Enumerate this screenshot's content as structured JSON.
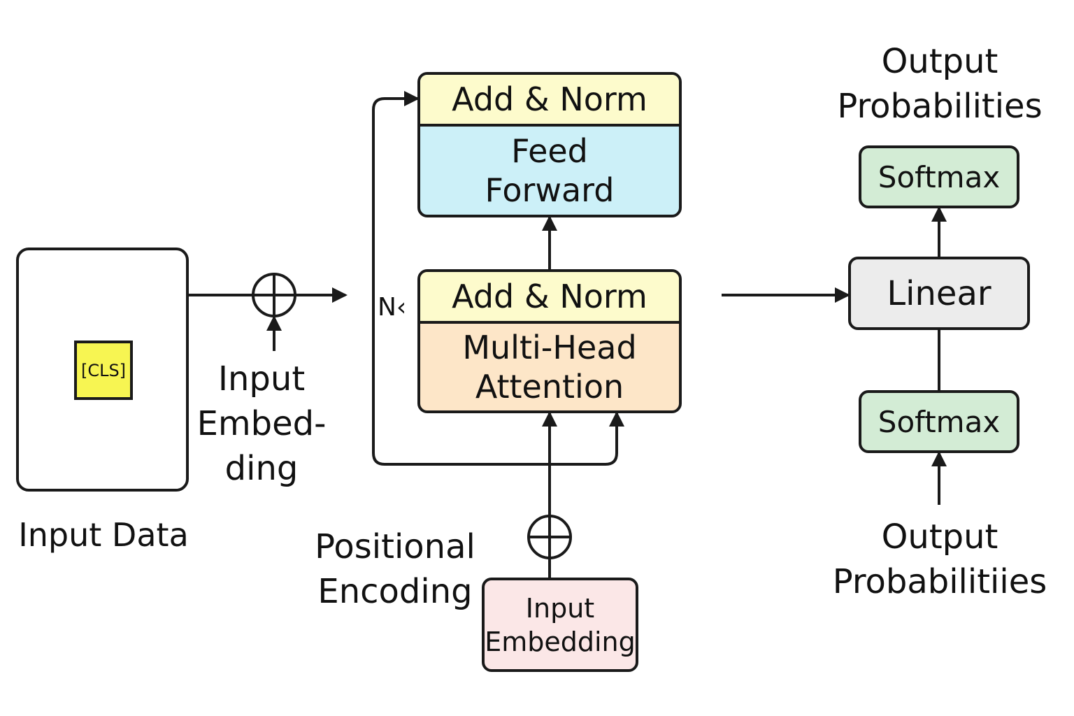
{
  "input_data": {
    "label": "Input Data",
    "token": "[CLS]"
  },
  "input_embedding_side": {
    "label": "Input\nEmbed-\nding"
  },
  "encoder": {
    "repeat_label": "N‹",
    "top_block": {
      "norm": "Add & Norm",
      "body": "Feed\nForward"
    },
    "bottom_block": {
      "norm": "Add & Norm",
      "body": "Multi-Head\nAttention"
    }
  },
  "positional_encoding": {
    "label": "Positional\nEncoding"
  },
  "input_embedding_bottom": {
    "label": "Input\nEmbedding"
  },
  "head": {
    "output_top_label": "Output\nProbabilities",
    "softmax_top": "Softmax",
    "linear": "Linear",
    "softmax_bottom": "Softmax",
    "output_bottom_label": "Output\nProbabilitiies"
  },
  "colors": {
    "encoder_bg": "#ececec",
    "norm": "#fdfbcc",
    "feed_forward": "#ccf0f8",
    "attention": "#fde6c8",
    "softmax": "#d3ecd5",
    "linear": "#ececec",
    "input_embedding": "#fbe7e7",
    "cls": "#f7f552"
  }
}
